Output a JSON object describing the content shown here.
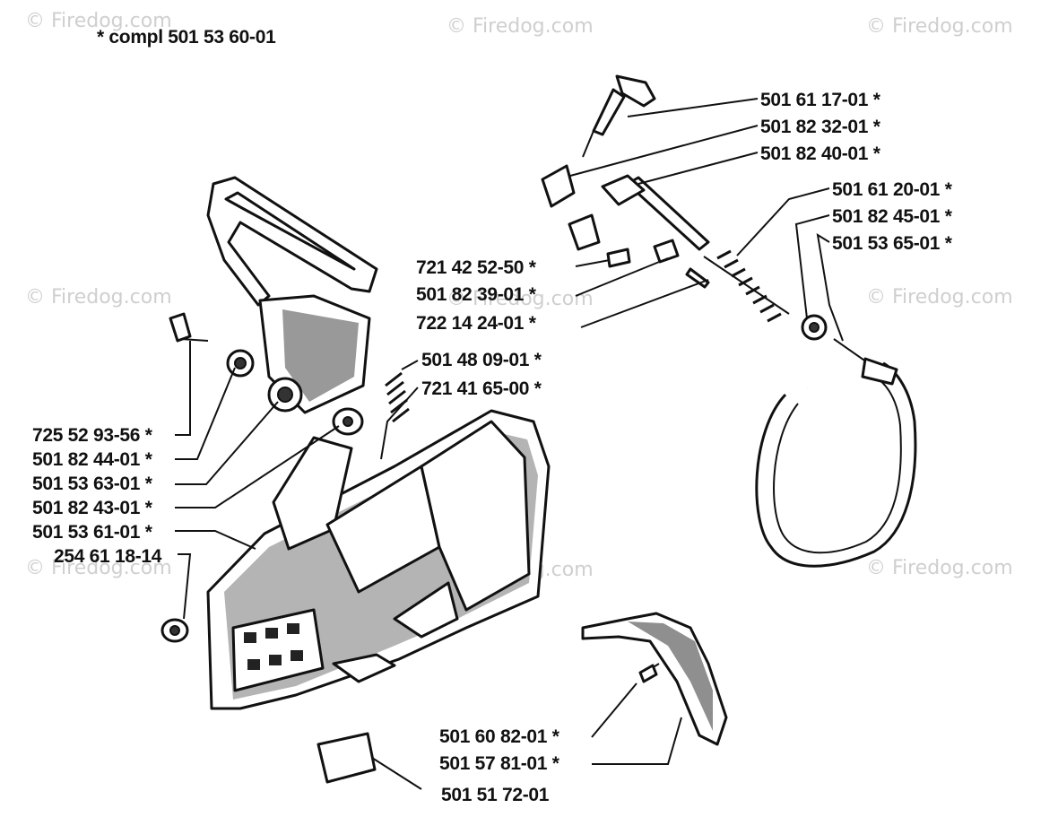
{
  "header": {
    "kit_label": "*  compl 501 53 60-01"
  },
  "watermarks": [
    "© Firedog.com",
    "© Firedog.com",
    "© Firedog.com",
    "© Firedog.com",
    "© Firedog.com",
    "© Firedog.com",
    "© Firedog.com",
    "© Firedog.com",
    "© Firedog.com"
  ],
  "parts": [
    "501 61 17-01  *",
    "501 82 32-01  *",
    "501 82 40-01  *",
    "501 61 20-01  *",
    "501 82 45-01  *",
    "501 53 65-01  *",
    "721 42 52-50  *",
    "501 82 39-01  *",
    "722 14 24-01  *",
    "501 48 09-01  *",
    "721 41 65-00  *",
    "725 52 93-56  *",
    "501 82 44-01  *",
    "501 53 63-01  *",
    "501 82 43-01  *",
    "501 53 61-01  *",
    "254 61 18-14",
    "501 60 82-01  *",
    "501 57 81-01  *",
    "501 51 72-01"
  ]
}
